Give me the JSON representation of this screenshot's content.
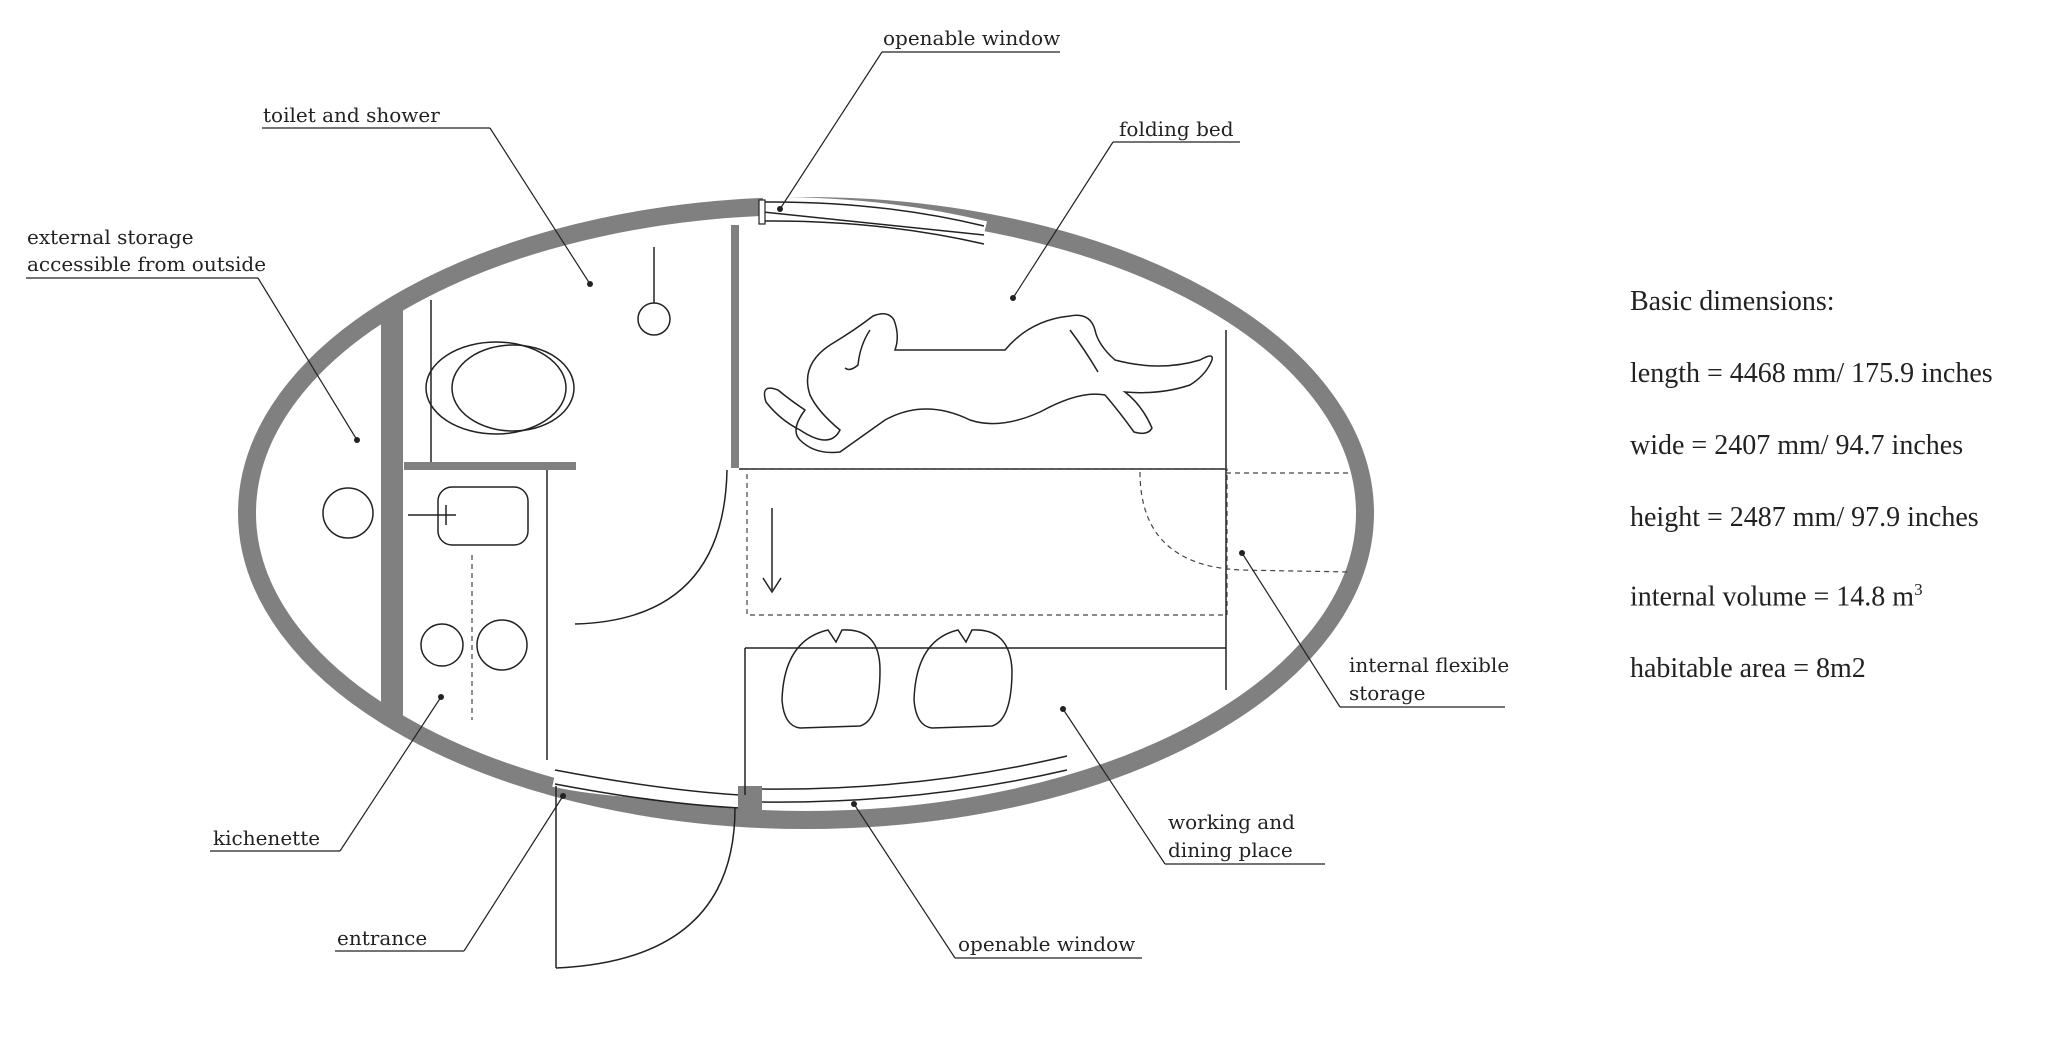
{
  "labels": {
    "toilet_shower": "toilet and shower",
    "openable_window_top": "openable window",
    "folding_bed": "folding bed",
    "external_storage_line1": "external storage",
    "external_storage_line2": "accessible from outside",
    "internal_storage_line1": "internal flexible",
    "internal_storage_line2": "storage",
    "kitchenette": "kichenette",
    "working_dining_line1": "working and",
    "working_dining_line2": "dining place",
    "entrance": "entrance",
    "openable_window_bottom": "openable window"
  },
  "dimensions": {
    "title": "Basic dimensions:",
    "length": "length = 4468 mm/ 175.9 inches",
    "wide": "wide = 2407 mm/ 94.7 inches",
    "height": "height = 2487 mm/ 97.9 inches",
    "volume": "internal volume = 14.8 m",
    "volume_sup": "3",
    "area": "habitable area = 8m2"
  },
  "colors": {
    "wall": "#808080",
    "line": "#222222"
  }
}
